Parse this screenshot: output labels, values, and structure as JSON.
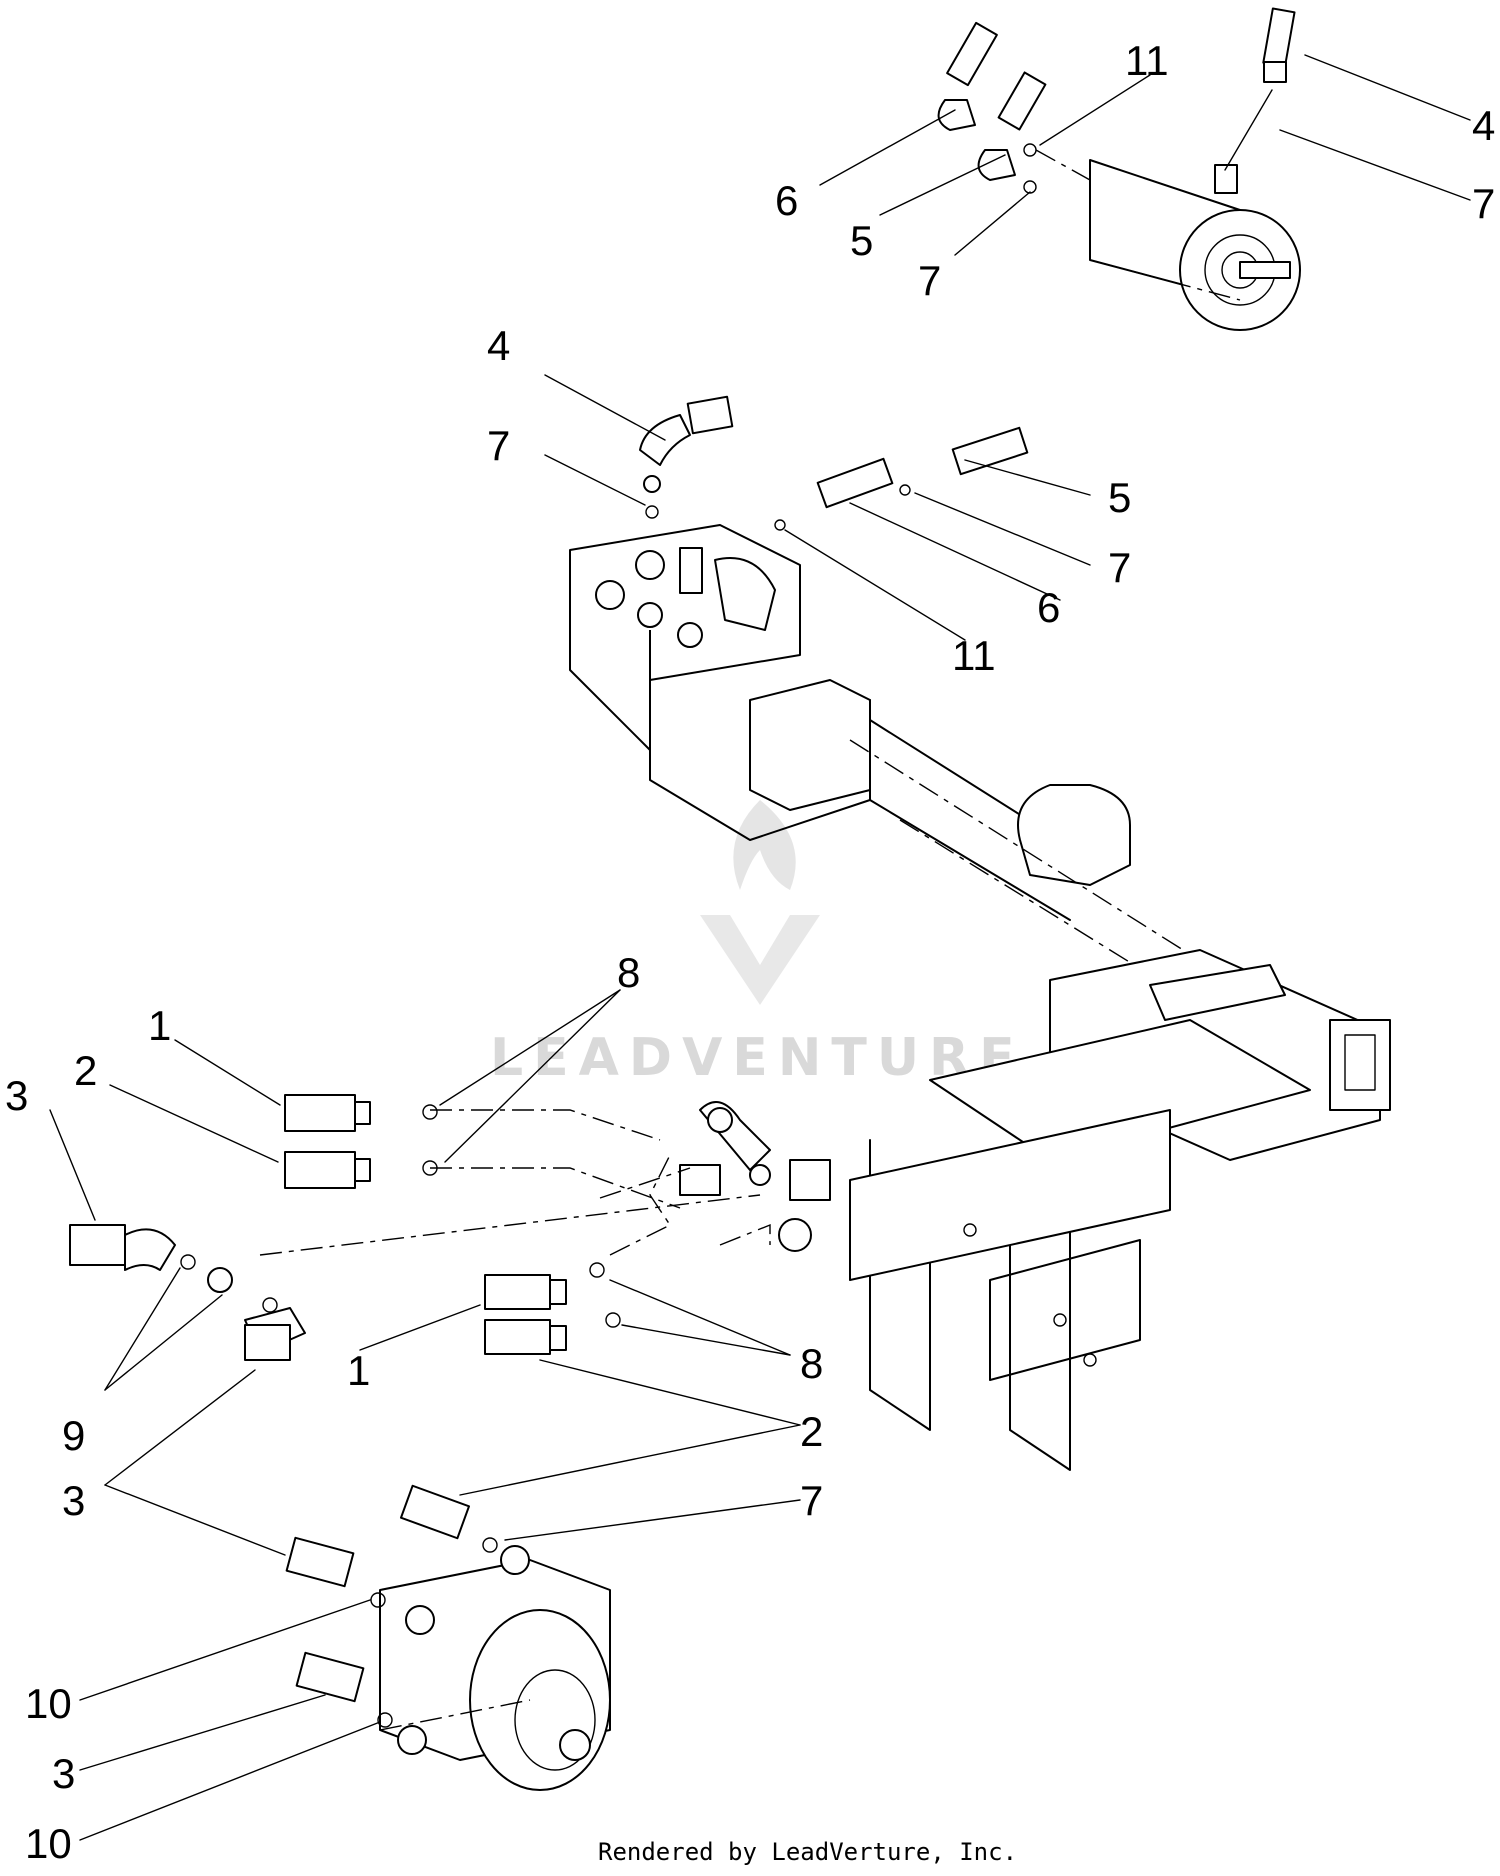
{
  "labels": {
    "l1_left": "1",
    "l1_right": "1",
    "l2_left": "2",
    "l2_right": "2",
    "l3_top": "3",
    "l3_mid": "3",
    "l3_bot": "3",
    "l4_top": "4",
    "l4_mid": "4",
    "l5_top": "5",
    "l5_mid": "5",
    "l6_top": "6",
    "l6_mid": "6",
    "l7_topA": "7",
    "l7_topB": "7",
    "l7_midA": "7",
    "l7_midB": "7",
    "l7_bot": "7",
    "l8_top": "8",
    "l8_bot": "8",
    "l9": "9",
    "l10_a": "10",
    "l10_b": "10",
    "l11_top": "11",
    "l11_mid": "11"
  },
  "watermark": "LEADVENTURE",
  "credit": "Rendered by LeadVerture, Inc."
}
